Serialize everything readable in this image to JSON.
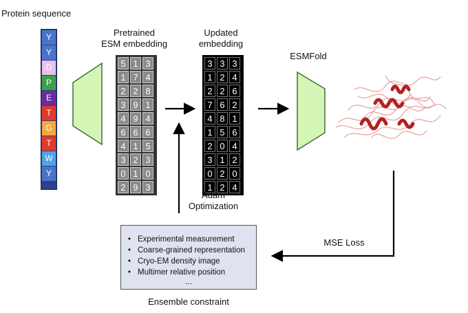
{
  "labels": {
    "protein_sequence": "Protein sequence",
    "pretrained_line1": "Pretrained",
    "pretrained_line2": "ESM embedding",
    "updated_line1": "Updated",
    "updated_line2": "embedding",
    "esmfold": "ESMFold",
    "adam_line1": "Adam",
    "adam_line2": "Optimization",
    "mse_loss": "MSE Loss",
    "ensemble_constraint": "Ensemble constraint"
  },
  "sequence": [
    {
      "letter": "Y",
      "color": "#4a74c9"
    },
    {
      "letter": "Y",
      "color": "#4a74c9"
    },
    {
      "letter": "D",
      "color": "#e6c3ea"
    },
    {
      "letter": "P",
      "color": "#3ea04a"
    },
    {
      "letter": "E",
      "color": "#6a2e9c"
    },
    {
      "letter": "T",
      "color": "#e23a2a"
    },
    {
      "letter": "G",
      "color": "#f3a93a"
    },
    {
      "letter": "T",
      "color": "#e23a2a"
    },
    {
      "letter": "W",
      "color": "#4fa3e6"
    },
    {
      "letter": "Y",
      "color": "#4a74c9"
    }
  ],
  "pretrained_matrix": [
    [
      "5",
      "1",
      "3"
    ],
    [
      "1",
      "7",
      "4"
    ],
    [
      "2",
      "2",
      "8"
    ],
    [
      "3",
      "9",
      "1"
    ],
    [
      "4",
      "9",
      "4"
    ],
    [
      "6",
      "6",
      "6"
    ],
    [
      "4",
      "1",
      "5"
    ],
    [
      "3",
      "2",
      "3"
    ],
    [
      "0",
      "1",
      "0"
    ],
    [
      "2",
      "9",
      "3"
    ]
  ],
  "updated_matrix": [
    [
      "3",
      "3",
      "3"
    ],
    [
      "1",
      "2",
      "4"
    ],
    [
      "2",
      "2",
      "6"
    ],
    [
      "7",
      "6",
      "2"
    ],
    [
      "4",
      "8",
      "1"
    ],
    [
      "1",
      "5",
      "6"
    ],
    [
      "2",
      "0",
      "4"
    ],
    [
      "3",
      "1",
      "2"
    ],
    [
      "0",
      "2",
      "0"
    ],
    [
      "1",
      "2",
      "4"
    ]
  ],
  "constraints": {
    "items": [
      "Experimental measurement",
      "Coarse-grained representation",
      "Cryo-EM density image",
      "Multimer relative position"
    ],
    "more": "..."
  },
  "colors": {
    "encoder_fill": "#d3f5b5",
    "encoder_stroke": "#3f6e3a",
    "constraint_box": "#dfe3f0",
    "protein_dark": "#b32020",
    "protein_light": "#e8a0a0"
  }
}
